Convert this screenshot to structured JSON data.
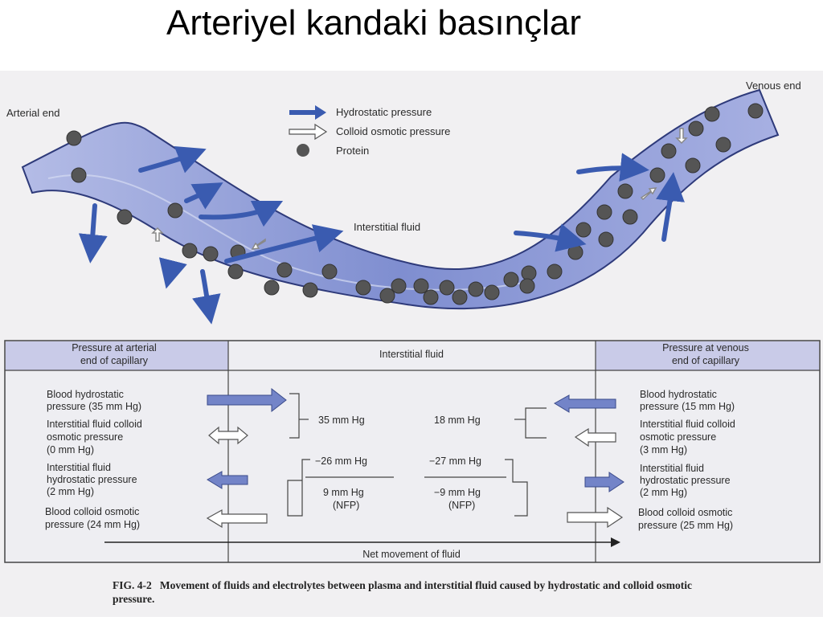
{
  "slide": {
    "title": "Arteriyel kandaki basınçlar"
  },
  "diagram": {
    "arterial_end": "Arterial end",
    "venous_end": "Venous end",
    "interstitial_fluid": "Interstitial fluid",
    "legend": [
      {
        "label": "Hydrostatic pressure",
        "icon": "filled-arrow-icon"
      },
      {
        "label": "Colloid osmotic pressure",
        "icon": "hollow-arrow-icon"
      },
      {
        "label": "Protein",
        "icon": "dot-icon"
      }
    ],
    "colors": {
      "vessel": "#9aa3d6",
      "arrow_blue": "#3a5bb0",
      "arrow_fill": "#6a7cc6",
      "protein": "#555555"
    }
  },
  "table": {
    "header_left": [
      "Pressure at arterial",
      "end of capillary"
    ],
    "header_middle": "Interstitial fluid",
    "header_right": [
      "Pressure at venous",
      "end of capillary"
    ],
    "left_rows": [
      [
        "Blood hydrostatic",
        "pressure (35 mm Hg)"
      ],
      [
        "Interstitial fluid colloid",
        "osmotic pressure",
        "(0 mm Hg)"
      ],
      [
        "Interstitial fluid",
        "hydrostatic pressure",
        "(2 mm Hg)"
      ],
      [
        "Blood colloid osmotic",
        "pressure (24 mm Hg)"
      ]
    ],
    "right_rows": [
      [
        "Blood hydrostatic",
        "pressure (15 mm Hg)"
      ],
      [
        "Interstitial fluid colloid",
        "osmotic pressure",
        "(3 mm Hg)"
      ],
      [
        "Interstitial fluid",
        "hydrostatic pressure",
        "(2 mm Hg)"
      ],
      [
        "Blood colloid osmotic",
        "pressure (25 mm Hg)"
      ]
    ],
    "mid": {
      "left_top": "35 mm Hg",
      "left_sub": "−26 mm Hg",
      "left_result": "9 mm Hg",
      "left_nfp": "(NFP)",
      "right_top": "18 mm Hg",
      "right_sub": "−27 mm Hg",
      "right_result": "−9 mm Hg",
      "right_nfp": "(NFP)"
    },
    "net_movement": "Net movement of fluid"
  },
  "caption": {
    "fig": "FIG. 4-2",
    "text": "Movement of fluids and electrolytes between plasma and interstitial fluid caused by hydrostatic and colloid osmotic pressure."
  }
}
